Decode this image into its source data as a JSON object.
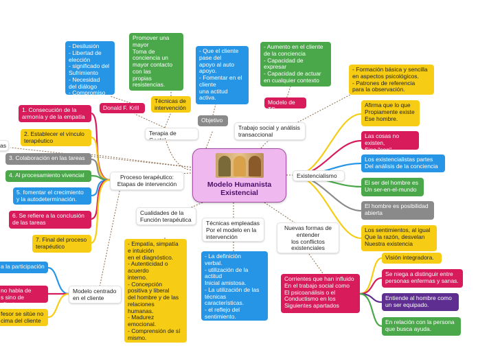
{
  "central": {
    "title": "Modelo Humanista\nExistencial",
    "image_icon": "human-figures-illustration"
  },
  "branches": {
    "terapia_gestal": "Terapia de Gestal",
    "donald_krill": "Donald F. Krill",
    "tecnicas_intervencion": "Técnicas de\nintervención",
    "objetivo": "Objetivo",
    "trabajo_social": "Trabajo social y análisis\ntransaccional",
    "modelo_ts": "Modelo de TS",
    "existencialismo": "Existencialismo",
    "proceso": "Proceso terapéutico:\nEtapas de intervención",
    "cualidades": "Cualidades de la\nFunción terapéutica",
    "tecnicas_empleadas": "Técnicas empleadas\nPor el modelo en la\nintervención",
    "nuevas_formas": "Nuevas formas de\nentender\nlos conflictos\nexistenciales",
    "corrientes": "Corrientes que han influido\nEn el trabajo social como\nEl psicoanálisis o el\nConductismo en los\nSiguientes apartados",
    "modelo_centrado": "Modelo centrado\nen el cliente",
    "etapa_truncada": "as"
  },
  "details": {
    "krill_list": "- Desilusión\n- Libertad de\nelección\n- significado del\nSufrimiento\n- Necesidad\ndel diálogo\n- Compromiso",
    "gestal_objetivo": "Promover una\nmayor\nToma de\nconciencia un\nmayor contacto\ncon las\npropias\nresistencias.",
    "objetivo_list": "- Que el cliente\npase del\napoyo al auto\napoyo.\n- Fomentar en el\ncliente\nuna actitud\nactiva.",
    "modelo_ts_list": "- Aumento en el cliente\nde la conciencia\n- Capacidad de\nexpresar\n- Capacidad de actuar\nen cualquier contexto",
    "trabajo_social_list": "- Formación básica y sencilla\nen aspectos psicológicos.\n- Patrones de referencia\npara la observación.",
    "cualidades_list": "- Empatía, simpatía\ne intuición\nen el diagnóstico.\n- Autenticidad o\nacuerdo\ninterno.\n- Concepción\npositiva y liberal\ndel hombre y de las\nrelaciones\nhumanas.\n- Madurez\nemocional.\n- Comprensión de sí\nmismo.",
    "tecnicas_list": "- La definición\nverbal.\n- utilización de la\nactitud\nInicial amistosa.\n- La utilización de las\ntécnicas\ncaracterísticas.\n- el reflejo del\nsentimiento."
  },
  "etapas": [
    "1. Consecución de la\narmonía y de la empatía",
    "2. Establecer el vínculo\nterapéutico",
    "3. Colaboración en las tareas",
    "4. Al procesamiento vivencial",
    "5. fomentar el crecimiento\ny la autodeterminación.",
    "6. Se refiere a la conclusión\nde las tareas",
    "7. Final del proceso\nterapéutico"
  ],
  "existencialismo_items": [
    "Afirma que lo que\nPropiamente existe\nEse hombre.",
    "Las cosas no existen,\nSino \"son\"",
    "Los existencialistas partes\nDel análisis de la conciencia",
    "El ser del hombre es\nUn ser-en-el-mundo",
    "El hombre es posibilidad\nabierta",
    "Los sentimientos, al igual\nQue la razón, desvelan\nNuestra existencia"
  ],
  "corrientes_items": [
    "Visión integradora.",
    "Se niega a distinguir entre\npersonas enfermas y sanas.",
    "Entiende al hombre como\nun ser equipado.",
    "En relación con la persona\nque busca ayuda."
  ],
  "centrado_items": [
    "a la participación",
    "no habla de\ns sino de clientes",
    "fesor se sitúe no\ncima del cliente"
  ],
  "colors": {
    "red": "#d81b5a",
    "yellow": "#f6cd14",
    "green": "#4aa84a",
    "blue": "#2795e6",
    "gray": "#8a8a8a",
    "purple": "#5e2f91",
    "central": "#efb9ef"
  }
}
